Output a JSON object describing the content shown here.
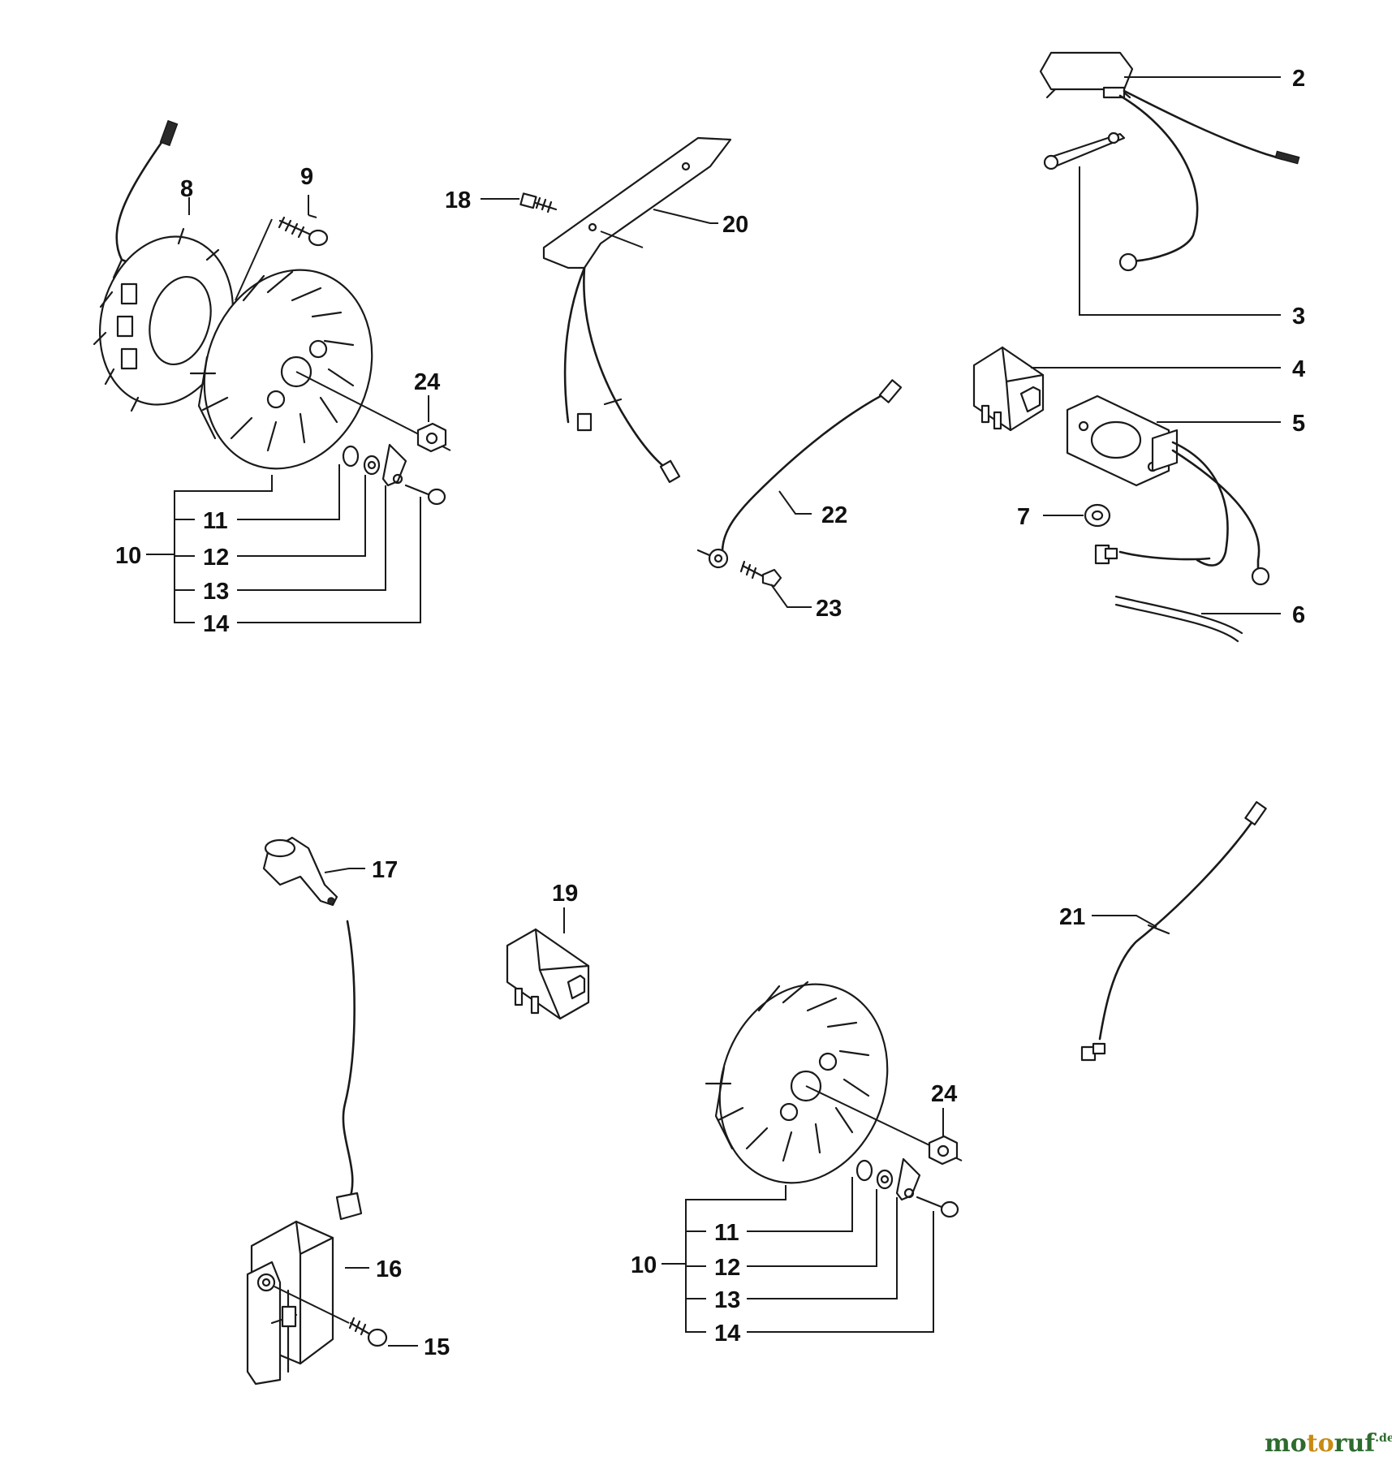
{
  "labels": {
    "p2": "2",
    "p3": "3",
    "p4": "4",
    "p5": "5",
    "p6": "6",
    "p7": "7",
    "p8": "8",
    "p9": "9",
    "p10a": "10",
    "p11a": "11",
    "p12a": "12",
    "p13a": "13",
    "p14a": "14",
    "p18": "18",
    "p20": "20",
    "p22": "22",
    "p23": "23",
    "p24a": "24",
    "p17": "17",
    "p19": "19",
    "p21": "21",
    "p16": "16",
    "p15": "15",
    "p24b": "24",
    "p10b": "10",
    "p11b": "11",
    "p12b": "12",
    "p13b": "13",
    "p14b": "14"
  },
  "watermark": {
    "brand_mo": "mo",
    "brand_to": "to",
    "brand_ruf": "ruf",
    "tld": ".de",
    "colors": {
      "mo": "#2e6b2e",
      "to": "#c98a12",
      "ruf": "#2e6b2e"
    }
  }
}
